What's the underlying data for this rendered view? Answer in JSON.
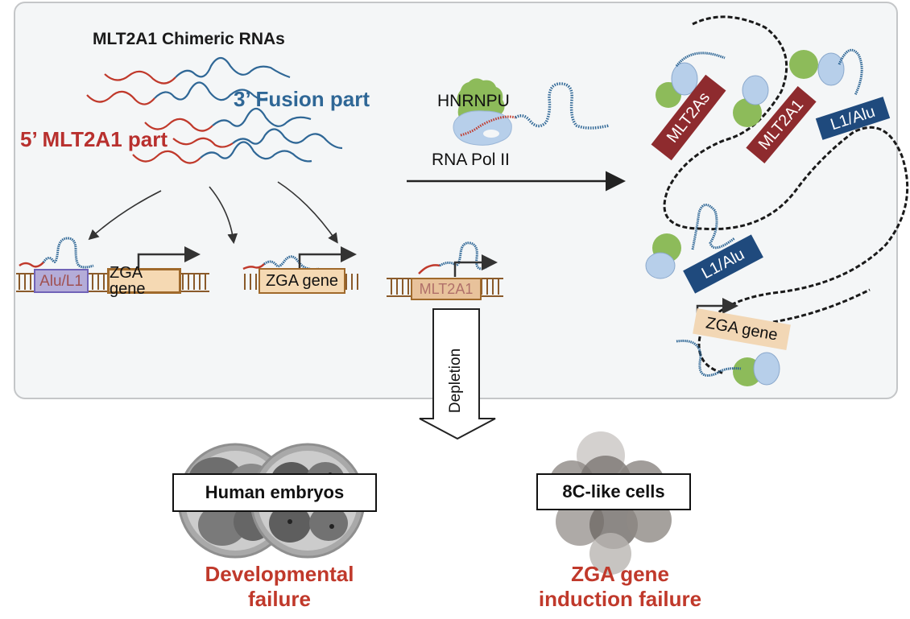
{
  "figure": {
    "title": "MLT2A1 Chimeric RNAs",
    "labels": {
      "three_prime": "3’ Fusion part",
      "five_prime": "5’ MLT2A1 part",
      "hnrnpu": "HNRNPU",
      "pol2": "RNA Pol II"
    },
    "left_targets": {
      "alu_l1": "Alu/L1",
      "zga_gene_1": "ZGA gene",
      "zga_gene_2": "ZGA gene",
      "mlt2a1": "MLT2A1"
    },
    "right_chromatin": {
      "mlt2as": "MLT2As",
      "mlt2a1": "MLT2A1",
      "l1alu_top": "L1/Alu",
      "l1alu_bottom": "L1/Alu",
      "zga_gene": "ZGA gene"
    },
    "depletion": "Depletion",
    "outcomes": [
      {
        "card": "Human embryos",
        "result_line1": "Developmental",
        "result_line2": "failure"
      },
      {
        "card": "8C-like cells",
        "result_line1": "ZGA gene",
        "result_line2": "induction failure"
      }
    ],
    "colors": {
      "mlt2a1_red": "#b8302e",
      "fusion_blue": "#2f6796",
      "hnrnpu_green": "#8dbb5a",
      "pol2_blue": "#b7cfea",
      "repeat_darkred": "#8e2b2e",
      "repeat_navy": "#1f4a7d",
      "zga_tan": "#f5d9b3",
      "outcome_red": "#c0392b",
      "panel_bg": "#f4f6f7"
    }
  }
}
